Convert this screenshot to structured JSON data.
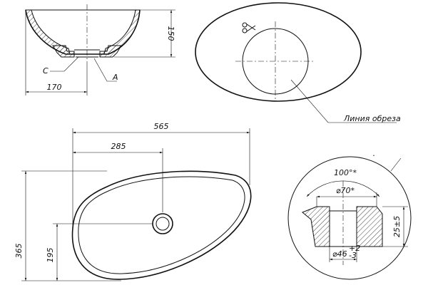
{
  "side_view": {
    "height_dim": "150",
    "base_dim": "170",
    "label_c": "C",
    "label_a": "A"
  },
  "cutout_view": {
    "cut_line_label": "Линия обреза",
    "scissors_icon": "scissors-icon"
  },
  "top_view": {
    "length_dim": "565",
    "drain_offset_dim": "285",
    "width_dim": "365",
    "drain_height_dim": "195"
  },
  "detail_view": {
    "angle_dim": "100°*",
    "outer_diameter_dim": "⌀70*",
    "height_dim": "25±5",
    "inner_diameter_dim": "⌀46",
    "inner_diameter_tol_upper": "+2",
    "inner_diameter_tol_lower": "-3"
  }
}
